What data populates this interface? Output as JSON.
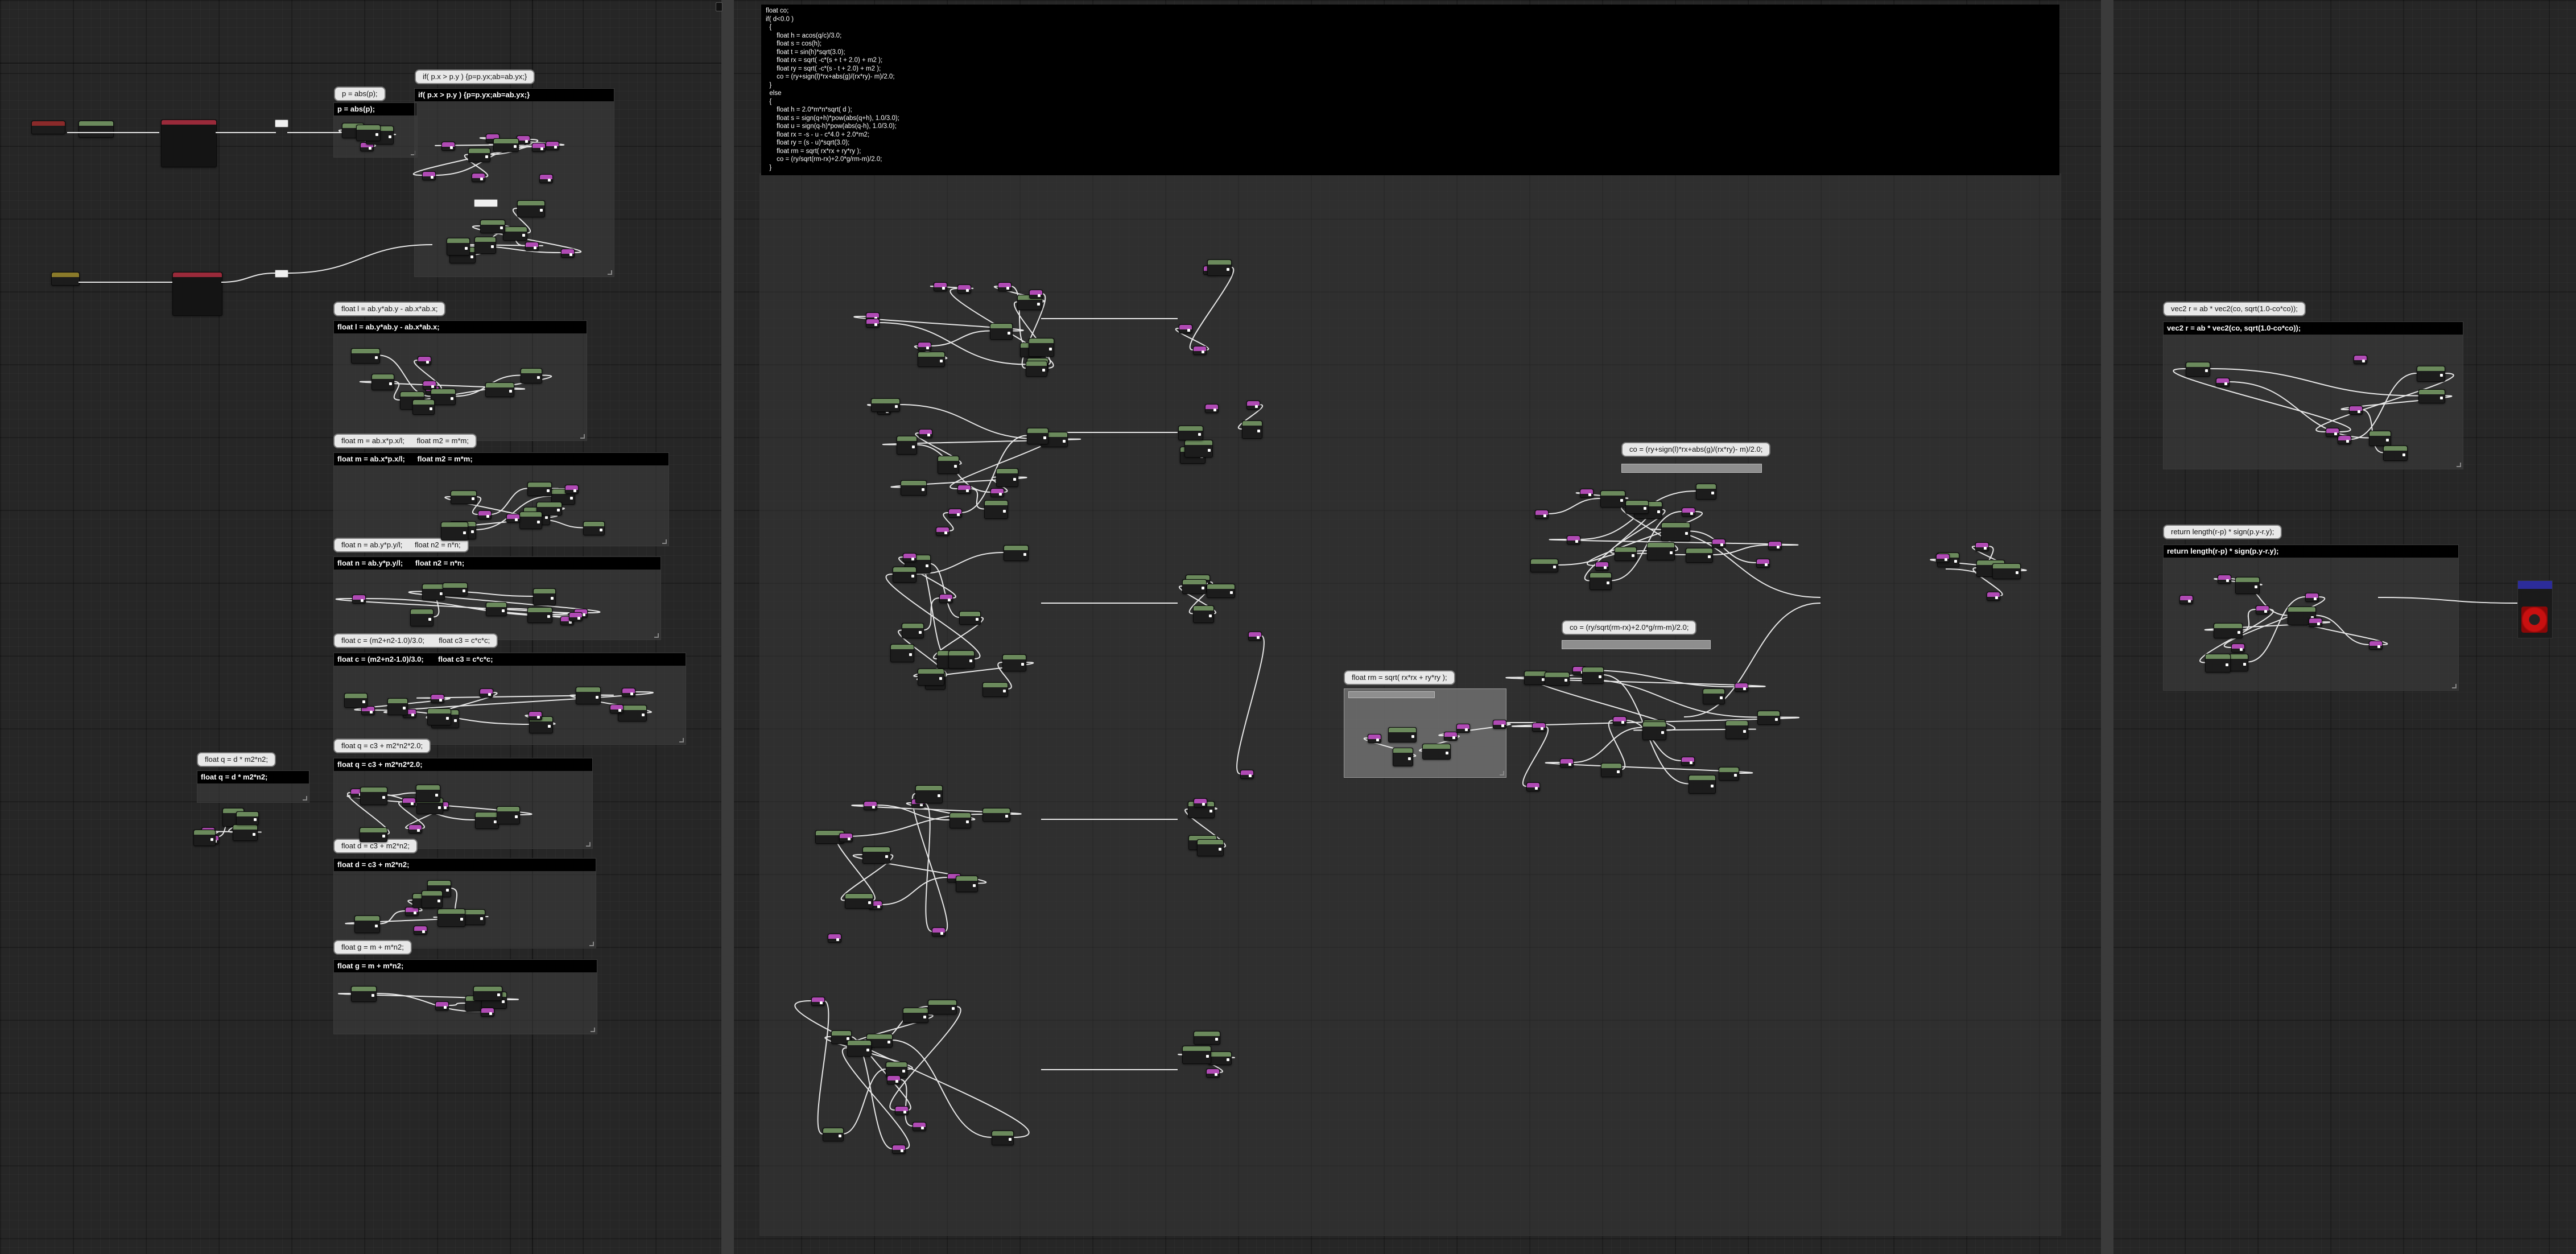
{
  "code_panel": {
    "lines": [
      "float co;",
      "if( d<0.0 )",
      "  {",
      "      float h = acos(q/c)/3.0;",
      "      float s = cos(h);",
      "      float t = sin(h)*sqrt(3.0);",
      "      float rx = sqrt( -c*(s + t + 2.0) + m2 );",
      "      float ry = sqrt( -c*(s - t + 2.0) + m2 );",
      "      co = (ry+sign(l)*rx+abs(g)/(rx*ry)- m)/2.0;",
      "  }",
      "  else",
      "  {",
      "      float h = 2.0*m*n*sqrt( d );",
      "      float s = sign(q+h)*pow(abs(q+h), 1.0/3.0);",
      "      float u = sign(q-h)*pow(abs(q-h), 1.0/3.0);",
      "      float rx = -s - u - c*4.0 + 2.0*m2;",
      "      float ry = (s - u)*sqrt(3.0);",
      "      float rm = sqrt( rx*rx + ry*ry );",
      "      co = (ry/sqrt(rm-rx)+2.0*g/rm-m)/2.0;",
      "  }"
    ]
  },
  "comments": {
    "p_abs_bubble": "p = abs(p);",
    "p_abs_title": "p = abs(p);",
    "if_bubble": "if( p.x > p.y ) {p=p.yx;ab=ab.yx;}",
    "if_title": "if( p.x > p.y ) {p=p.yx;ab=ab.yx;}",
    "l_bubble": "float l = ab.y*ab.y - ab.x*ab.x;",
    "l_title": "float l = ab.y*ab.y - ab.x*ab.x;",
    "m_bubble": "float m = ab.x*p.x/l;      float m2 = m*m;",
    "m_title": "float m = ab.x*p.x/l;      float m2 = m*m;",
    "n_bubble": "float n = ab.y*p.y/l;      float n2 = n*n;",
    "n_title": "float n = ab.y*p.y/l;      float n2 = n*n;",
    "c_bubble": "float c = (m2+n2-1.0)/3.0;       float c3 = c*c*c;",
    "c_title": "float c = (m2+n2-1.0)/3.0;       float c3 = c*c*c;",
    "q_bubble": "float q = c3 + m2*n2*2.0;",
    "q_title": "float q = c3 + m2*n2*2.0;",
    "qd_bubble": "float q = d * m2*n2;",
    "qd_title": "float q = d * m2*n2;",
    "d_bubble": "float d = c3 + m2*n2;",
    "d_title": "float d = c3 + m2*n2;",
    "g_bubble": "float g = m + m*n2;",
    "g_title": "float g = m + m*n2;",
    "rm_bubble": "float rm = sqrt( rx*rx + ry*ry );",
    "co1_bubble": "co = (ry+sign(l)*rx+abs(g)/(rx*ry)- m)/2.0;",
    "co2_bubble": "co = (ry/sqrt(rm-rx)+2.0*g/rm-m)/2.0;",
    "r_bubble": "vec2 r = ab * vec2(co, sqrt(1.0-co*co));",
    "r_title": "vec2 r = ab * vec2(co, sqrt(1.0-co*co));",
    "ret_bubble": "return length(r-p) * sign(p.y-r.y);",
    "ret_title": "return length(r-p) * sign(p.y-r.y);"
  },
  "colors": {
    "background": "#262626",
    "param_header": "#b04ab4",
    "operator_header": "#6b8a5c",
    "comment_title_bar": "#000000",
    "comment_bubble": "#e8e8e8",
    "shader_header": "#2c2c9a",
    "preview_red": "#c81010"
  },
  "icons": {
    "shader_preview": "sphere-preview-icon"
  }
}
